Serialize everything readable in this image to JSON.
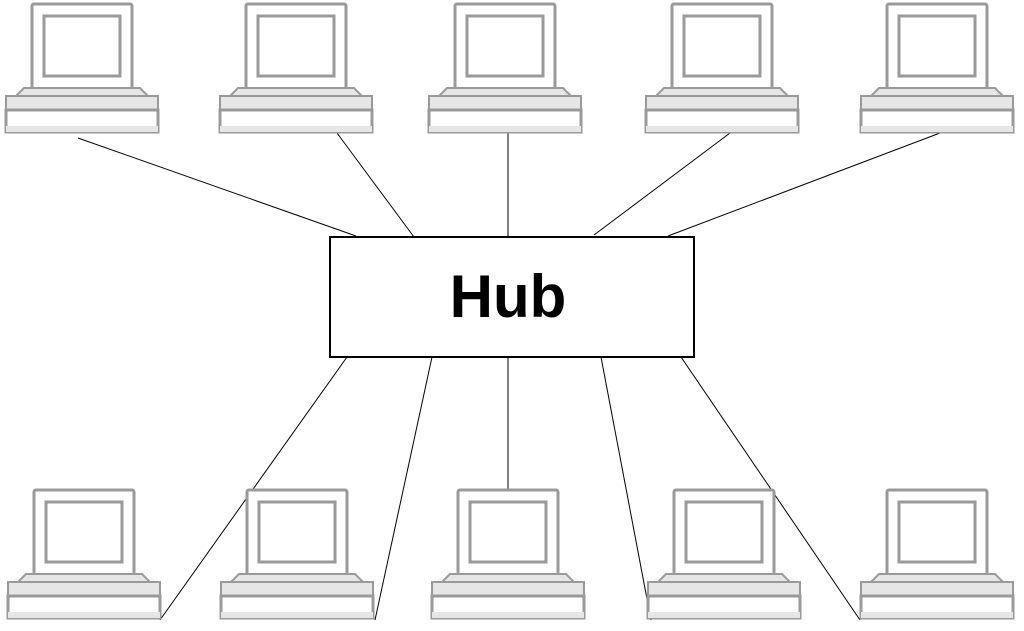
{
  "hub": {
    "label": "Hub"
  },
  "computers": {
    "top_row_count": 5,
    "bottom_row_count": 5,
    "icon": "desktop-computer-icon"
  },
  "colors": {
    "background": "#ffffff",
    "line": "#000000",
    "computer_outline": "#9a9a9a",
    "computer_fill": "#ffffff",
    "computer_base_shade": "#e6e6e6"
  }
}
